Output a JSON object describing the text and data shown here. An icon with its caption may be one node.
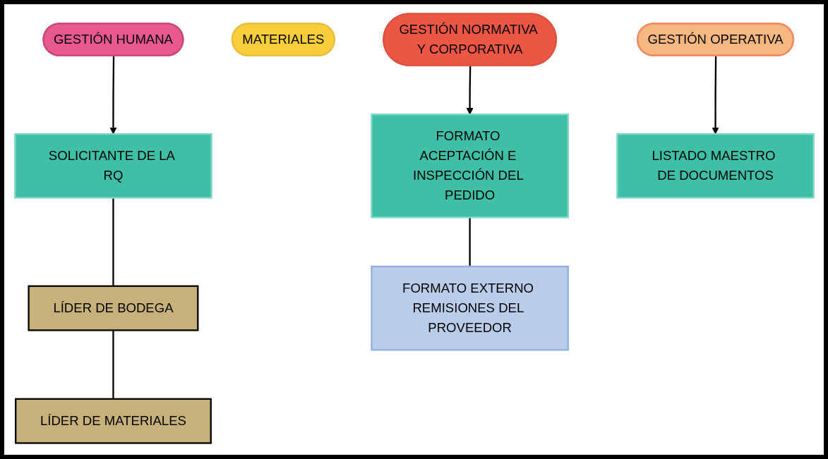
{
  "diagram": {
    "nodes": [
      {
        "text": [
          "GESTIÓN HUMANA"
        ]
      },
      {
        "text": [
          "MATERIALES"
        ]
      },
      {
        "text": [
          "GESTIÓN NORMATIVA Y CORPORATIVA"
        ]
      },
      {
        "text": [
          "GESTIÓN OPERATIVA"
        ]
      },
      {
        "text": [
          "SOLICITANTE DE LA RQ"
        ]
      },
      {
        "text": [
          "LÍDER DE BODEGA"
        ]
      },
      {
        "text": [
          "LÍDER DE MATERIALES"
        ]
      },
      {
        "text": [
          "FORMATO ACEPTACIÓN E INSPECCIÓN DEL PEDIDO"
        ]
      },
      {
        "text": [
          "FORMATO EXTERNO REMISIONES DEL PROVEEDOR"
        ]
      },
      {
        "text": [
          "LISTADO MAESTRO DE DOCUMENTOS"
        ]
      }
    ],
    "edges": [
      {
        "from": 0,
        "to": 4,
        "arrow": "to"
      },
      {
        "from": 4,
        "to": 5,
        "arrow": "none"
      },
      {
        "from": 5,
        "to": 6,
        "arrow": "none"
      },
      {
        "from": 2,
        "to": 7,
        "arrow": "to"
      },
      {
        "from": 7,
        "to": 8,
        "arrow": "none"
      },
      {
        "from": 3,
        "to": 9,
        "arrow": "to"
      }
    ]
  }
}
